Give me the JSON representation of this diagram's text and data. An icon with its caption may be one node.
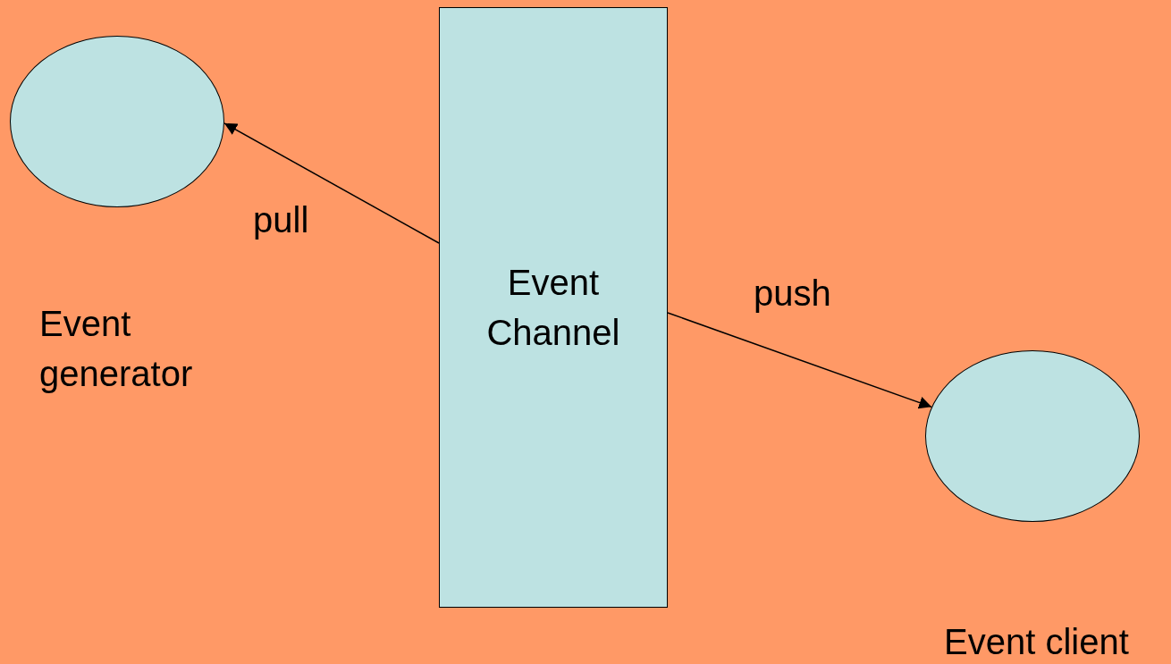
{
  "diagram": {
    "nodes": [
      {
        "text": [],
        "shape": "circle",
        "beside": [
          "Event generator"
        ]
      },
      {
        "text": [
          "Event Channel"
        ]
      },
      {
        "text": [],
        "shape": "circle",
        "beside": [
          "Event client"
        ]
      }
    ],
    "edges": [
      {
        "from": 1,
        "to": 0,
        "arrow": "to",
        "label": "pull"
      },
      {
        "from": 1,
        "to": 2,
        "arrow": "to",
        "label": "push"
      }
    ]
  }
}
